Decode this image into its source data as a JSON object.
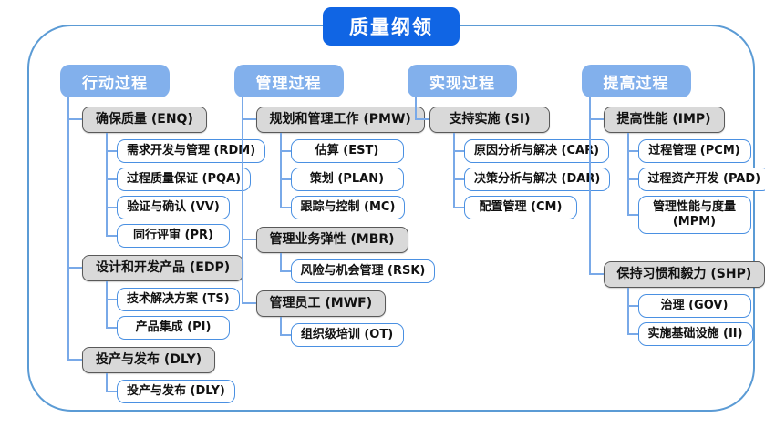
{
  "title": "质量纲领",
  "columns": [
    {
      "header": "行动过程",
      "groups": [
        {
          "label": "确保质量 (ENQ)",
          "children": [
            "需求开发与管理 (RDM)",
            "过程质量保证 (PQA)",
            "验证与确认 (VV)",
            "同行评审 (PR)"
          ]
        },
        {
          "label": "设计和开发产品 (EDP)",
          "children": [
            "技术解决方案 (TS)",
            "产品集成 (PI)"
          ]
        },
        {
          "label": "投产与发布 (DLY)",
          "children": [
            "投产与发布 (DLY)"
          ]
        }
      ]
    },
    {
      "header": "管理过程",
      "groups": [
        {
          "label": "规划和管理工作 (PMW)",
          "children": [
            "估算 (EST)",
            "策划 (PLAN)",
            "跟踪与控制 (MC)"
          ]
        },
        {
          "label": "管理业务弹性 (MBR)",
          "children": [
            "风险与机会管理 (RSK)"
          ]
        },
        {
          "label": "管理员工 (MWF)",
          "children": [
            "组织级培训 (OT)"
          ]
        }
      ]
    },
    {
      "header": "实现过程",
      "groups": [
        {
          "label": "支持实施 (SI)",
          "children": [
            "原因分析与解决 (CAR)",
            "决策分析与解决 (DAR)",
            "配置管理 (CM)"
          ]
        }
      ]
    },
    {
      "header": "提高过程",
      "groups": [
        {
          "label": "提高性能 (IMP)",
          "children": [
            "过程管理 (PCM)",
            "过程资产开发 (PAD)",
            "管理性能与度量\n(MPM)"
          ]
        },
        {
          "label": "保持习惯和毅力 (SHP)",
          "children": [
            "治理 (GOV)",
            "实施基础设施 (II)"
          ]
        }
      ]
    }
  ],
  "colors": {
    "title_bg": "#1065e4",
    "title_text": "#ffffff",
    "header_bg": "#82b0ec",
    "group_bg": "#d9d9d9",
    "group_border": "#595959",
    "leaf_border": "#4a90e2",
    "connector": "#79a9e8",
    "frame_border": "#5b9bd5",
    "text": "#111111"
  }
}
